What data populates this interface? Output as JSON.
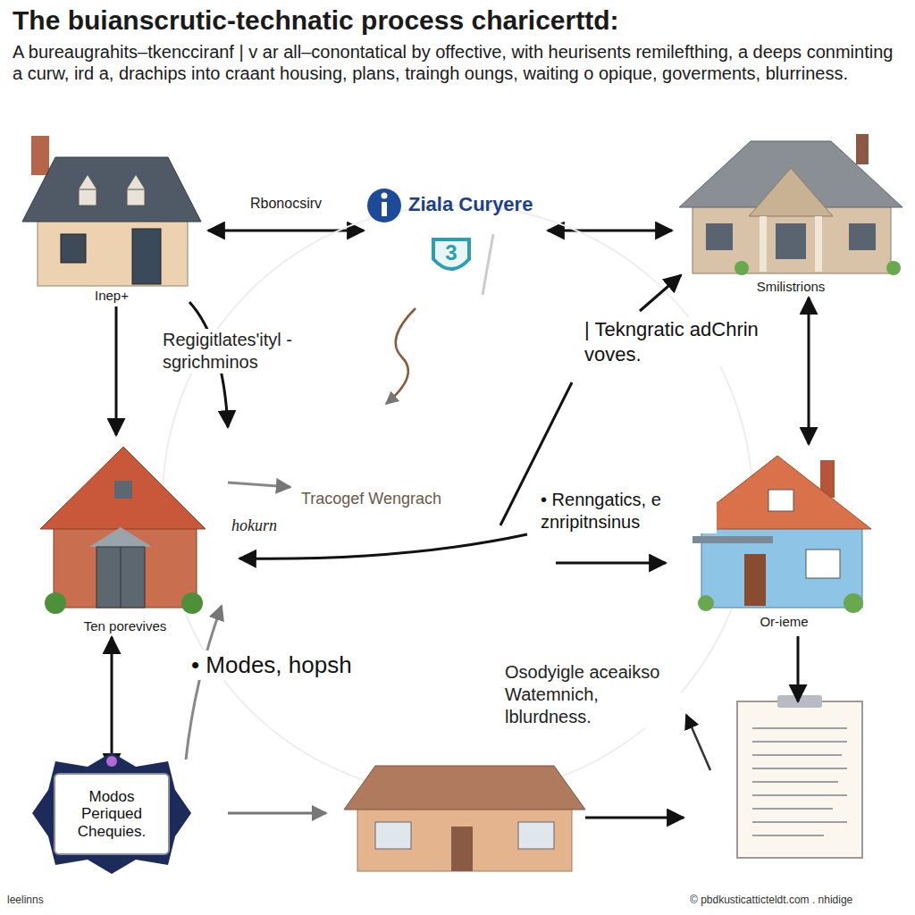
{
  "diagram": {
    "title": "The buianscrutic-technatic process charicerttd:",
    "caption": "A bureaugrahits–tkencciranf | v ar all–conontatical by offective, with heurisents remilefthing, a deeps conminting a curw, ird a, drachips into craant housing, plans, traingh oungs, waiting o opique, goverments, blurriness.",
    "nodes": [
      {
        "text": [
          "Inep+"
        ]
      },
      {
        "text": [
          "Ziala Curyere"
        ]
      },
      {
        "text": [
          "Smilistrions"
        ]
      },
      {
        "text": [
          "Ten porevives"
        ]
      },
      {
        "text": [
          "Or-ieme"
        ]
      },
      {
        "text": [
          "Modos Periqued Chequies."
        ]
      }
    ],
    "edges": [
      {
        "from": 0,
        "to": 1,
        "label": "Rbonocsirv",
        "arrow": "both"
      },
      {
        "from": 1,
        "to": 2,
        "arrow": "both"
      },
      {
        "from": 0,
        "to": 3,
        "arrow": "to"
      },
      {
        "from": 2,
        "to": 4,
        "arrow": "both"
      },
      {
        "from": 3,
        "to": 5,
        "arrow": "both"
      }
    ],
    "labels": [
      "3",
      "Regigitlates'ityl - sgrichminos",
      "| Tekngratic adChrin voves.",
      "Tracogef Wengrach",
      "hokurn",
      "• Renngatics, e znripitnsinus",
      "• Modes, hopsh",
      "Osodyigle aceaikso Watemnich, lblurdness.",
      "leelinns",
      "© pbdkusticatticteldt.com . nhidige"
    ]
  }
}
